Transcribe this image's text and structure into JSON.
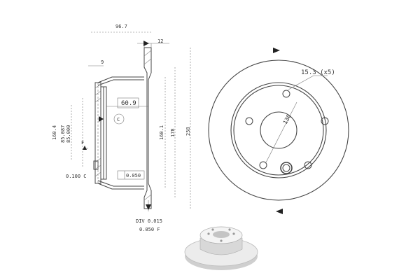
{
  "side_view": {
    "dim_top_width": "96.7",
    "dim_flange": "12",
    "dim_hub_offset": "9",
    "dim_hat_width": "60.9",
    "datum_c": "C",
    "datum_f": "F",
    "dim_160_4": "160.4",
    "dim_85_087": "85.087",
    "dim_85_000": "85.000",
    "dim_160_1": "160.1",
    "dim_178": "178",
    "dim_258": "258",
    "tol_runout_c": "0.100 C",
    "tol_flatness": "0.050",
    "tol_thickness": "DIV 0.015",
    "tol_parallel_f": "0.050 F"
  },
  "front_view": {
    "bolt_hole_spec": "15.3 (x5)",
    "pcd": "130"
  },
  "colors": {
    "line": "#333333",
    "photo_face": "#e6e6e6",
    "photo_shadow": "#bdbdbd"
  },
  "photo": {
    "icon": "brake-disc-photo"
  }
}
